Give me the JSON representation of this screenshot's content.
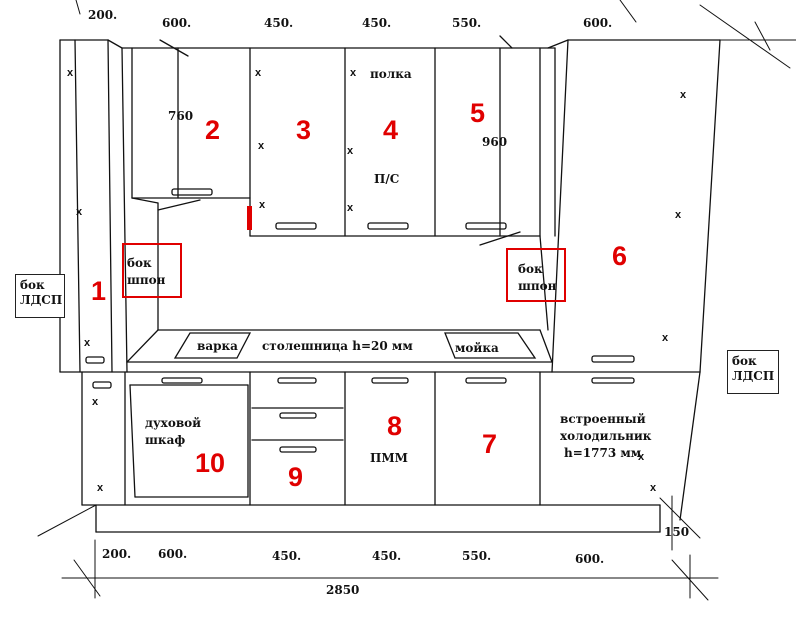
{
  "top_dimensions": [
    "200.",
    "600.",
    "450.",
    "450.",
    "550.",
    "600."
  ],
  "bottom_dimensions": [
    "200.",
    "600.",
    "450.",
    "450.",
    "550.",
    "600."
  ],
  "total_width": "2850",
  "plinth_height": "150",
  "upper_heights": {
    "left": "760",
    "right": "960"
  },
  "module_numbers": [
    "1",
    "2",
    "3",
    "4",
    "5",
    "6",
    "7",
    "8",
    "9",
    "10"
  ],
  "side_callouts": {
    "left": [
      "бок",
      "ЛДСП"
    ],
    "right": [
      "бок",
      "ЛДСП"
    ]
  },
  "veneer_boxes": {
    "left": [
      "бок",
      "шпон"
    ],
    "right": [
      "бок",
      "шпон"
    ]
  },
  "cabinet_text": {
    "shelf": "полка",
    "dish_dryer": "П/С",
    "oven": [
      "духовой",
      "шкаф"
    ],
    "dishwasher": "ПММ",
    "fridge": [
      "встроенный",
      "холодильник",
      "h=1773 мм"
    ]
  },
  "countertop": {
    "hob": "варка",
    "label": "столешница h=20 мм",
    "sink": "мойка"
  },
  "hinge_mark": "x",
  "colors": {
    "line": "#111111",
    "annotation": "#e00000"
  }
}
